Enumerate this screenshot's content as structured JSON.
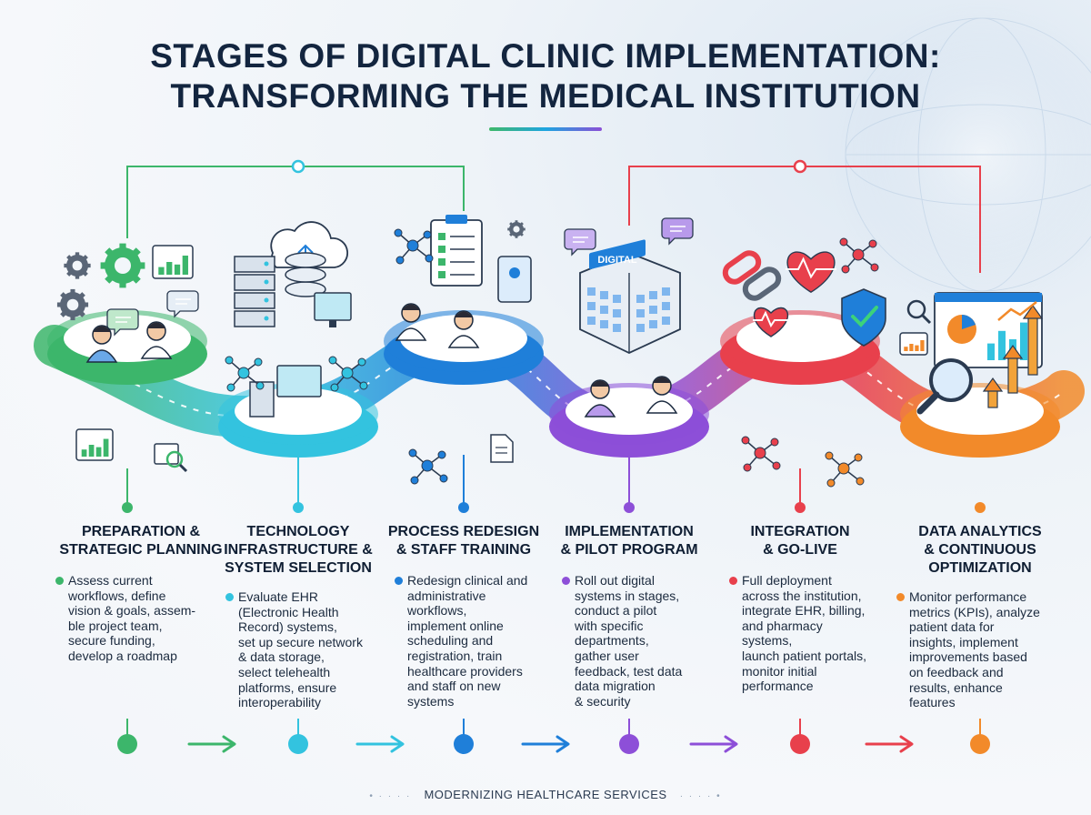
{
  "title": {
    "line1": "STAGES OF DIGITAL CLINIC IMPLEMENTATION:",
    "line2": "TRANSFORMING THE MEDICAL INSTITUTION"
  },
  "building_sign": "DIGITAL",
  "stages": [
    {
      "title_lines": [
        "PREPARATION &",
        "STRATEGIC PLANNING"
      ],
      "desc_lines": [
        "Assess current",
        "workflows, define",
        "vision & goals, assem-",
        "ble project team,",
        "secure funding,",
        "develop a roadmap"
      ],
      "color": "#3cb66b"
    },
    {
      "title_lines": [
        "TECHNOLOGY",
        "INFRASTRUCTURE &",
        "SYSTEM SELECTION"
      ],
      "desc_lines": [
        "Evaluate EHR",
        "(Electronic Health",
        "Record) systems,",
        "set up secure network",
        "& data storage,",
        "select telehealth",
        "platforms, ensure",
        "interoperability"
      ],
      "color": "#33c3df"
    },
    {
      "title_lines": [
        "PROCESS REDESIGN",
        "& STAFF TRAINING"
      ],
      "desc_lines": [
        "Redesign clinical and",
        "administrative",
        "workflows,",
        "implement online",
        "scheduling and",
        "registration, train",
        "healthcare providers",
        "and staff on new",
        "systems"
      ],
      "color": "#1f7fd9"
    },
    {
      "title_lines": [
        "IMPLEMENTATION",
        "& PILOT PROGRAM"
      ],
      "desc_lines": [
        "Roll out digital",
        "systems in stages,",
        "conduct a pilot",
        "with specific",
        "departments,",
        "gather user",
        "feedback, test data",
        "data migration",
        "& security"
      ],
      "color": "#8d4fd8"
    },
    {
      "title_lines": [
        "INTEGRATION",
        "& GO-LIVE"
      ],
      "desc_lines": [
        "Full deployment",
        "across the institution,",
        "integrate EHR, billing,",
        "and pharmacy",
        "systems,",
        "launch patient portals,",
        "monitor initial",
        "performance"
      ],
      "color": "#e8404c"
    },
    {
      "title_lines": [
        "DATA ANALYTICS",
        "& CONTINUOUS",
        "OPTIMIZATION"
      ],
      "desc_lines": [
        "Monitor performance",
        "metrics (KPIs), analyze",
        "patient data for",
        "insights, implement",
        "improvements based",
        "on feedback and",
        "results, enhance",
        "features"
      ],
      "color": "#f28a2a"
    }
  ],
  "footer": "MODERNIZING HEALTHCARE SERVICES"
}
